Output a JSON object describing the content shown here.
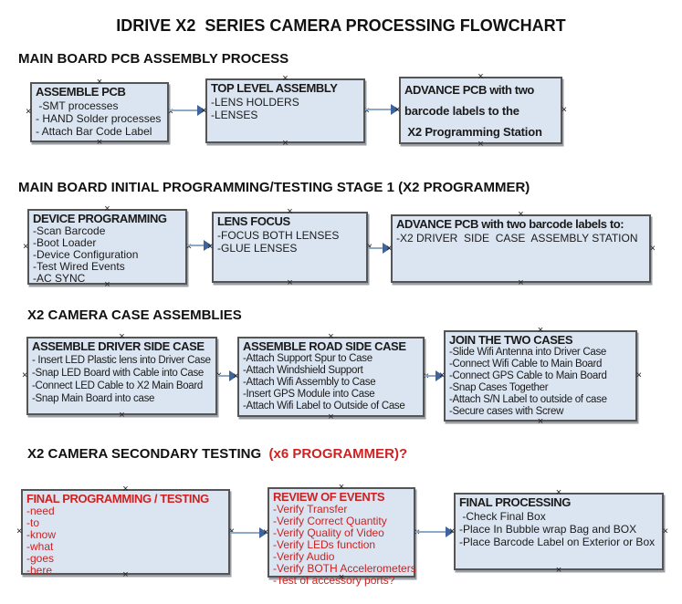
{
  "page_title": "IDRIVE X2  SERIES CAMERA PROCESSING FLOWCHART",
  "handle_glyph": "×",
  "colors": {
    "box_fill": "#dbe5f1",
    "box_border": "#555555",
    "box_shadow": "#9aa0a6",
    "arrow_line": "#8ea8c8",
    "arrow_head": "#3f639b",
    "red_text": "#cc2222",
    "black_text": "#1a1a1a"
  },
  "sections": [
    {
      "header": "MAIN BOARD PCB ASSEMBLY PROCESS",
      "boxes": [
        {
          "title": "ASSEMBLE PCB",
          "items": [
            " -SMT processes",
            "- HAND Solder processes",
            "- Attach Bar Code Label"
          ]
        },
        {
          "title": "TOP LEVEL ASSEMBLY",
          "items": [
            "-LENS HOLDERS",
            "-LENSES"
          ]
        },
        {
          "title": "ADVANCE PCB with two",
          "items": [
            "barcode labels to the",
            " X2 Programming Station"
          ]
        }
      ]
    },
    {
      "header": "MAIN BOARD INITIAL PROGRAMMING/TESTING STAGE 1 (X2 PROGRAMMER)",
      "boxes": [
        {
          "title": "DEVICE PROGRAMMING",
          "items": [
            "-Scan Barcode",
            "-Boot Loader",
            "-Device Configuration",
            "-Test Wired Events",
            "-AC SYNC"
          ]
        },
        {
          "title": "LENS FOCUS",
          "items": [
            "-FOCUS BOTH LENSES",
            "-GLUE LENSES"
          ]
        },
        {
          "title": "ADVANCE PCB with two barcode labels to:",
          "items": [
            "-X2 DRIVER  SIDE  CASE  ASSEMBLY STATION"
          ]
        }
      ]
    },
    {
      "header": "X2 CAMERA CASE ASSEMBLIES",
      "boxes": [
        {
          "title": "ASSEMBLE DRIVER SIDE CASE",
          "items": [
            "- Insert LED Plastic lens into Driver Case",
            "-Snap LED Board with Cable into Case",
            "-Connect LED Cable to X2 Main Board",
            "-Snap Main Board into case"
          ]
        },
        {
          "title": "ASSEMBLE ROAD SIDE CASE",
          "items": [
            "-Attach Support Spur to Case",
            "-Attach Windshield Support",
            "-Attach Wifi Assembly to Case",
            "-Insert GPS Module into Case",
            "-Attach Wifi Label to Outside of Case"
          ]
        },
        {
          "title": "JOIN THE TWO CASES",
          "items": [
            "-Slide Wifi Antenna into Driver Case",
            "-Connect Wifi Cable to Main Board",
            "-Connect GPS Cable to Main Board",
            "-Snap Cases Together",
            "-Attach S/N Label to outside of case",
            "-Secure cases with Screw"
          ]
        }
      ]
    },
    {
      "header": "X2 CAMERA SECONDARY TESTING ",
      "header_suffix": " (x6 PROGRAMMER)?",
      "boxes": [
        {
          "title": "FINAL PROGRAMMING / TESTING",
          "items": [
            "-need",
            "-to",
            "-know",
            "-what",
            "-goes",
            "-here"
          ]
        },
        {
          "title": "REVIEW OF EVENTS",
          "items": [
            "-Verify Transfer",
            "-Verify Correct Quantity",
            "-Verify Quality of Video",
            "-Verify LEDs function",
            "-Verify Audio",
            "-Verify BOTH Accelerometers",
            "-Test of accessory ports?"
          ]
        },
        {
          "title": "FINAL PROCESSING",
          "items": [
            " -Check Final Box",
            "-Place In Bubble wrap Bag and BOX",
            "-Place Barcode Label on Exterior or Box"
          ]
        }
      ]
    }
  ]
}
